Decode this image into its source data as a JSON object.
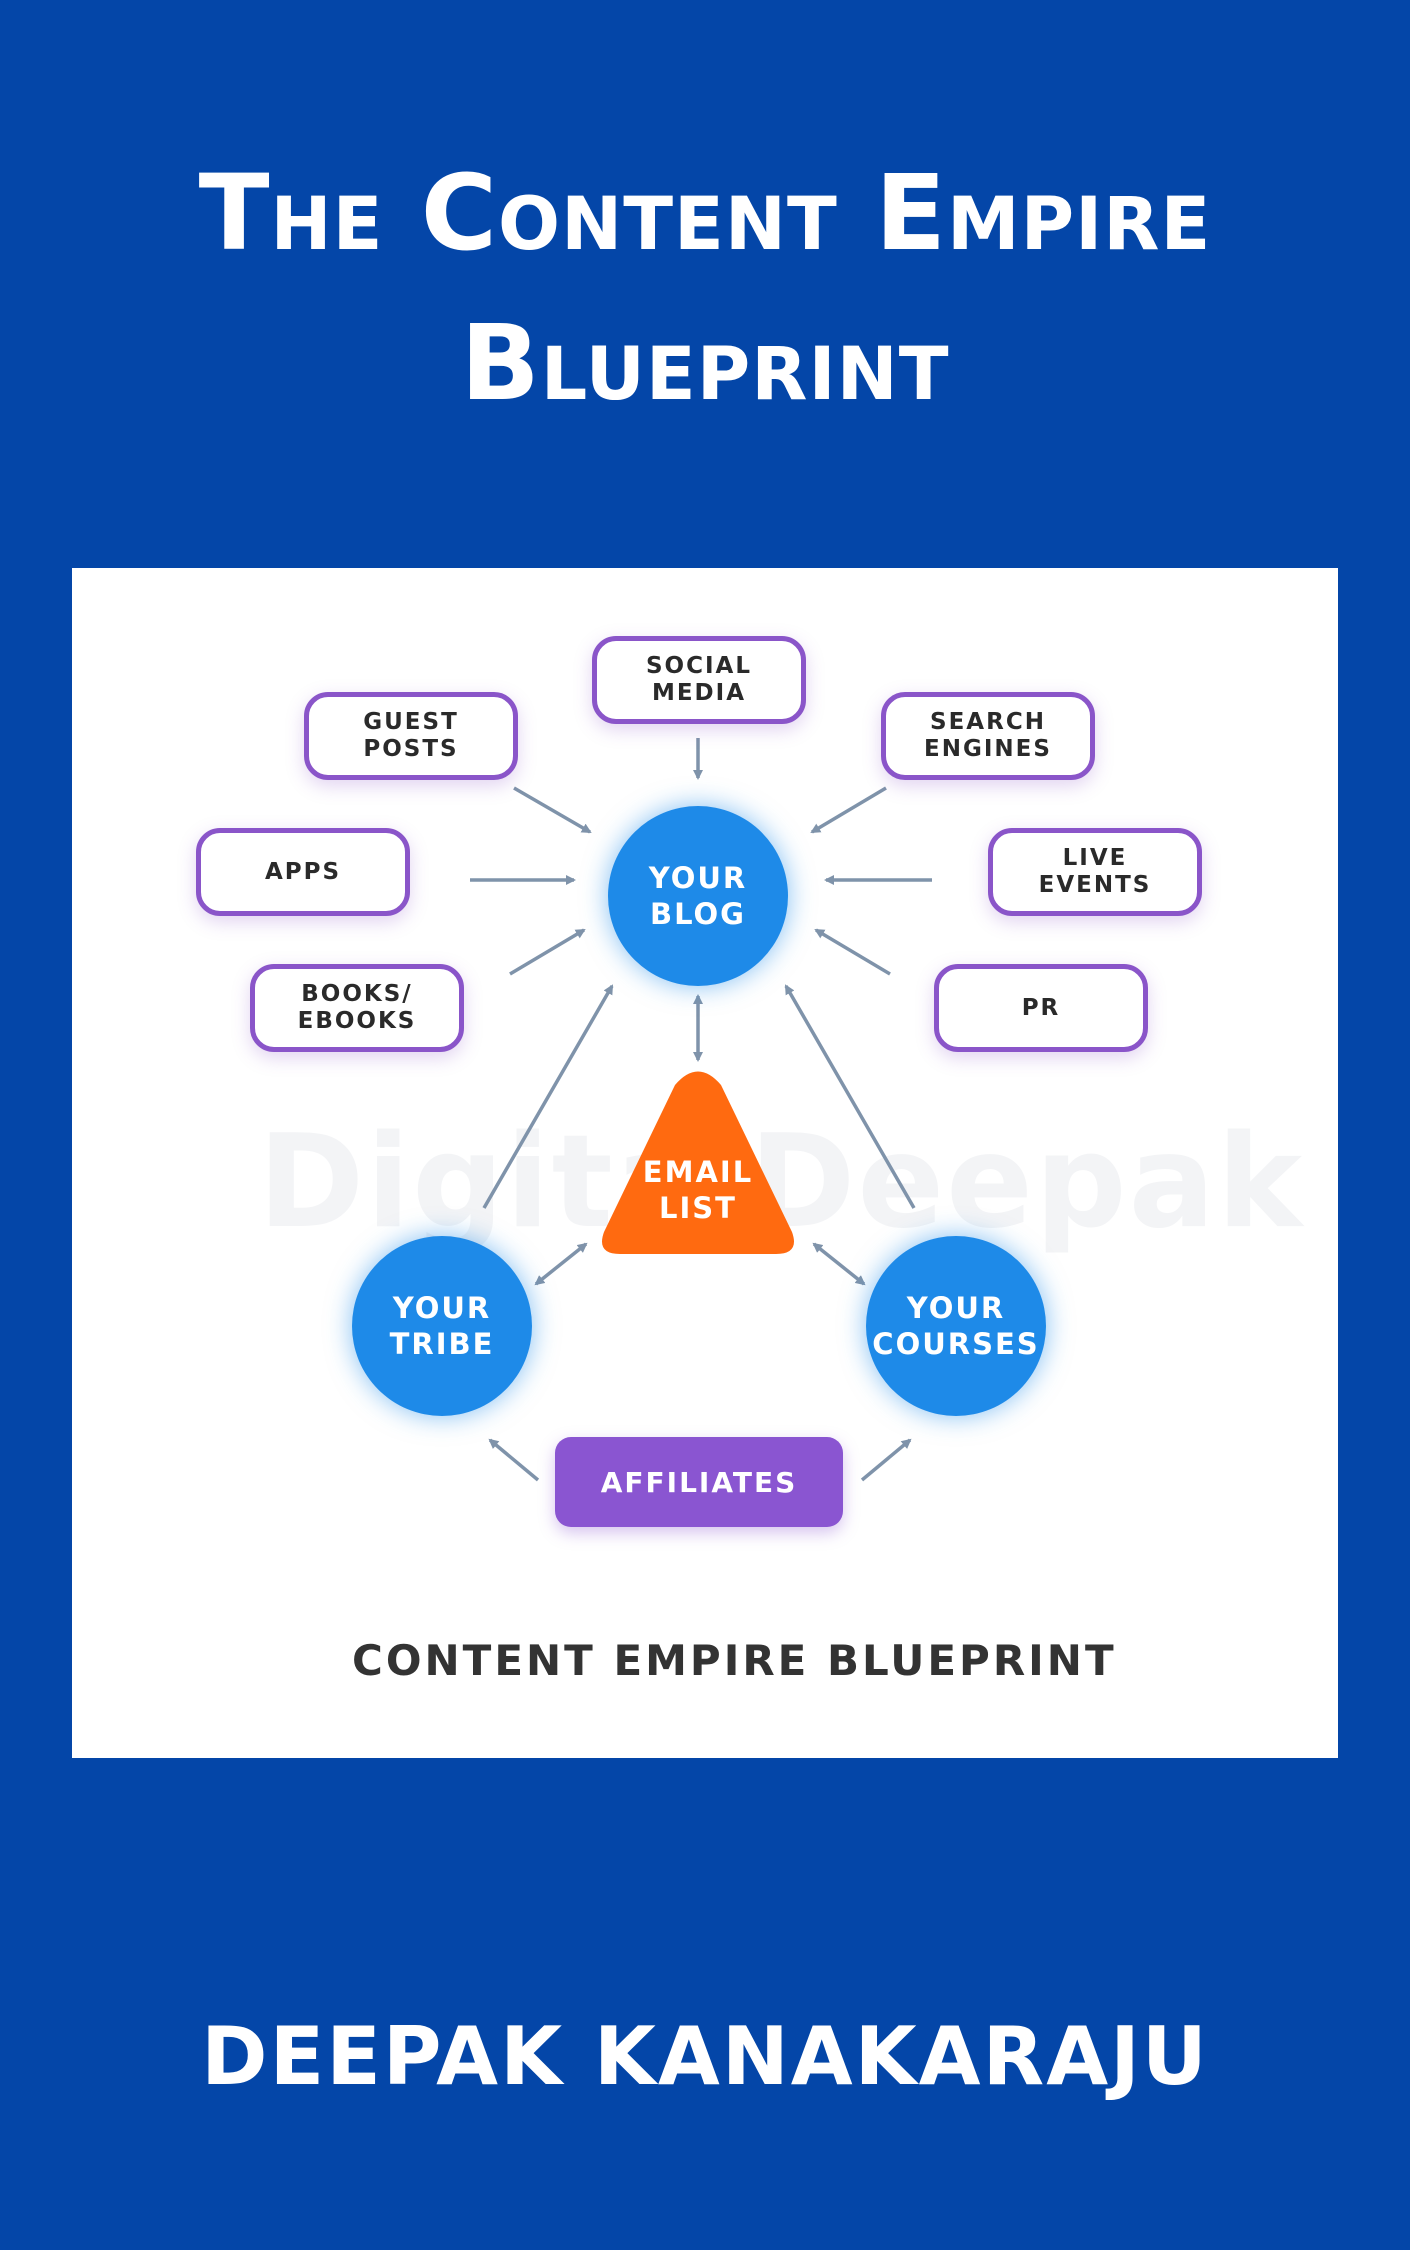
{
  "cover": {
    "title_line1": "The Content Empire",
    "title_line2": "Blueprint",
    "author": "DEEPAK KANAKARAJU"
  },
  "diagram": {
    "watermark": "DigitalDeepak",
    "caption": "CONTENT EMPIRE BLUEPRINT",
    "hub": {
      "label": "YOUR\nBLOG"
    },
    "center": {
      "label": "EMAIL\nLIST"
    },
    "tribe": {
      "label": "YOUR\nTRIBE"
    },
    "courses": {
      "label": "YOUR\nCOURSES"
    },
    "affiliates": {
      "label": "AFFILIATES"
    },
    "sources": {
      "social_media": "SOCIAL\nMEDIA",
      "guest_posts": "GUEST\nPOSTS",
      "search_engines": "SEARCH\nENGINES",
      "apps": "APPS",
      "live_events": "LIVE\nEVENTS",
      "books_ebooks": "BOOKS/\nEBOOKS",
      "pr": "PR"
    }
  },
  "colors": {
    "background": "#0446a8",
    "box_border": "#8a55c9",
    "circle": "#1e8ae8",
    "triangle": "#ff6a10",
    "affiliates": "#8a55d1",
    "arrow": "#7f93aa"
  }
}
